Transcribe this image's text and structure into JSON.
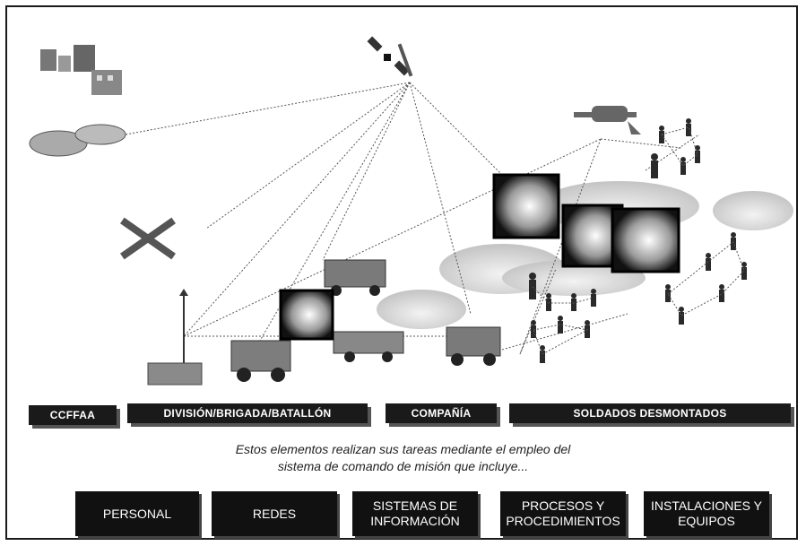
{
  "echelons": [
    "CCFFAA",
    "DIVISIÓN/BRIGADA/BATALLÓN",
    "COMPAÑÍA",
    "SOLDADOS DESMONTADOS"
  ],
  "caption_line1": "Estos elementos realizan sus tareas mediante el empleo del",
  "caption_line2": "sistema de comando de misión que incluye...",
  "components": [
    {
      "line1": "PERSONAL",
      "line2": ""
    },
    {
      "line1": "REDES",
      "line2": ""
    },
    {
      "line1": "SISTEMAS DE",
      "line2": "INFORMACIÓN"
    },
    {
      "line1": "PROCESOS Y",
      "line2": "PROCEDIMIENTOS"
    },
    {
      "line1": "INSTALACIONES Y",
      "line2": "EQUIPOS"
    }
  ]
}
